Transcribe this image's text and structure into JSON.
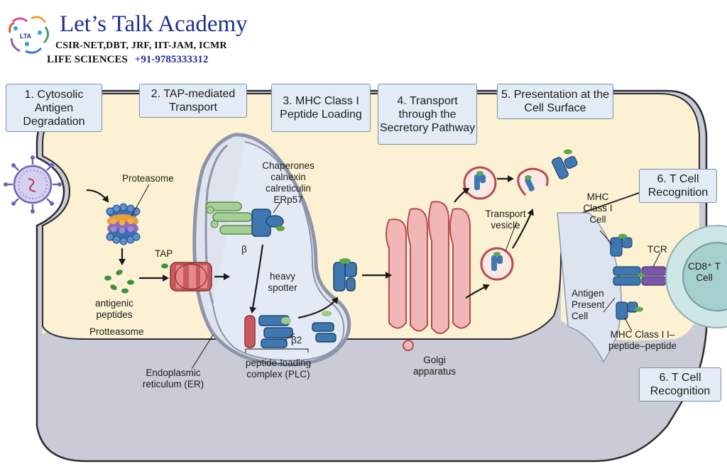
{
  "header": {
    "title": "Let’s Talk Academy",
    "line1": "CSIR-NET,DBT, JRF, IIT-JAM, ICMR",
    "line2": "LIFE SCIENCES",
    "phone": "+91-9785333312",
    "logo_text": "LTA"
  },
  "steps": [
    {
      "label": "1. Cytosolic Antigen Degradation"
    },
    {
      "label": "2. TAP-mediated Transport"
    },
    {
      "label": "3. MHC Class I Peptide Loading"
    },
    {
      "label": "4. Transport through the Secretory Pathway"
    },
    {
      "label": "5. Presentation at the Cell Surface"
    },
    {
      "label": "6. T Cell Recognition"
    },
    {
      "label": "6. T Cell Recognition"
    }
  ],
  "labels": {
    "proteasome": "Proteasome",
    "tap": "TAP",
    "antigenic_peptides": "antigenic peptides",
    "protteasome": "Protteasome",
    "er": "Endoplasmic reticulum (ER)",
    "chaperones": "Chaperones calnexin calreticulin ERp57",
    "beta": "β",
    "heavy_spotter": "heavy spotter",
    "beta2": "β2",
    "plc": "peptide-loading complex (PLC)",
    "golgi": "Golgi apparatus",
    "transport_vesicle": "Transport vesicle",
    "mhc_class_i_cell": "MHC Class I Cell",
    "tcr": "TCR",
    "cd8": "CD8⁺ T Cell",
    "apc": "Antigen Present Cell",
    "mhc_peptide": "MHC Class I I–peptide–peptide"
  }
}
